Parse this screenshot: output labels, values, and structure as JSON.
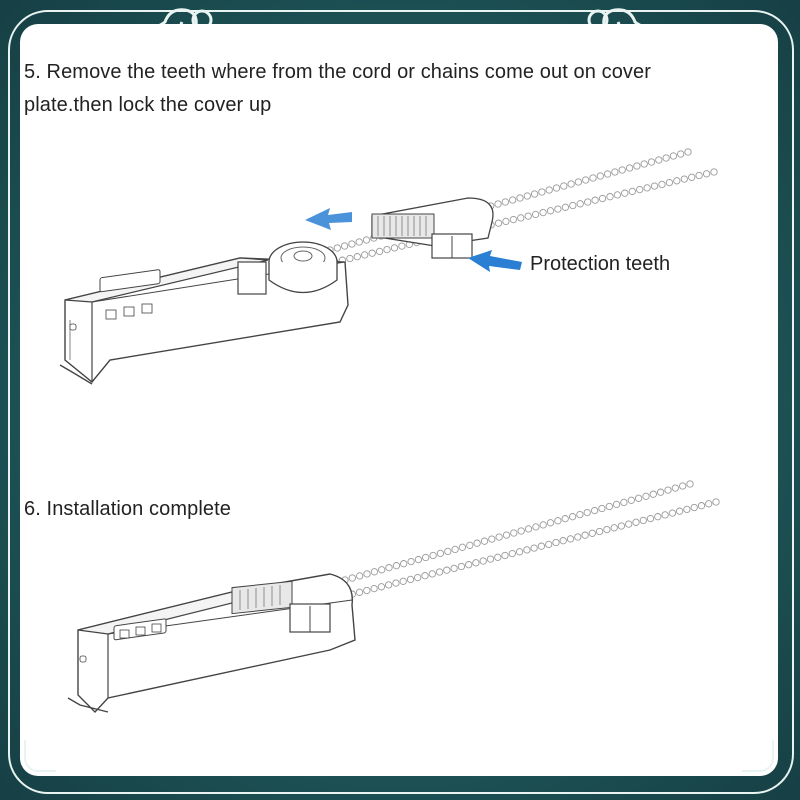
{
  "step5": {
    "line1": "5. Remove the teeth where from the cord or chains come out on cover",
    "line2": "plate.then lock the cover up"
  },
  "callout": {
    "label": "Protection teeth"
  },
  "step6": {
    "line1": "6. Installation complete"
  },
  "colors": {
    "frame": "#1f5a5c",
    "arrow": "#2a7fd4",
    "line": "#555555"
  }
}
